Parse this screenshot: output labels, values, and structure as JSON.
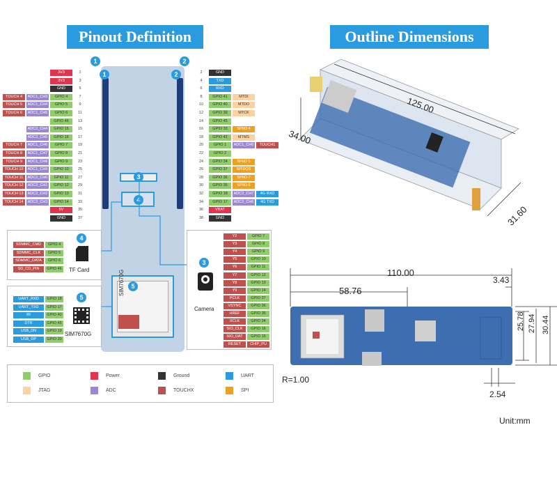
{
  "titles": {
    "left": "Pinout Definition",
    "right": "Outline Dimensions"
  },
  "colors": {
    "GPIO": "#8fcd6a",
    "Power": "#e0344f",
    "Ground": "#333333",
    "UART": "#2b9be0",
    "JTAG": "#fcd3a0",
    "ADC": "#9b86d4",
    "TOUCHX": "#c0504d",
    "SPI": "#f0a020",
    "SDMMC": "#c0504d",
    "CAM": "#c0504d",
    "RESET": "#c0504d"
  },
  "badges": [
    "1",
    "2",
    "3",
    "4",
    "5"
  ],
  "left_pins": [
    {
      "num": "1",
      "labels": [
        {
          "t": "3V3",
          "c": "Power"
        }
      ]
    },
    {
      "num": "3",
      "labels": [
        {
          "t": "3V3",
          "c": "Power"
        }
      ]
    },
    {
      "num": "5",
      "labels": [
        {
          "t": "GND",
          "c": "Ground"
        }
      ]
    },
    {
      "num": "7",
      "labels": [
        {
          "t": "TOUCH 4",
          "c": "TOUCHX"
        },
        {
          "t": "ADC1_CH3",
          "c": "ADC"
        },
        {
          "t": "GPIO 4",
          "c": "GPIO"
        }
      ]
    },
    {
      "num": "9",
      "labels": [
        {
          "t": "TOUCH 5",
          "c": "TOUCHX"
        },
        {
          "t": "ADC1_CH4",
          "c": "ADC"
        },
        {
          "t": "GPIO 5",
          "c": "GPIO"
        }
      ]
    },
    {
      "num": "11",
      "labels": [
        {
          "t": "TOUCH 6",
          "c": "TOUCHX"
        },
        {
          "t": "ADC1_CH5",
          "c": "ADC"
        },
        {
          "t": "GPIO 6",
          "c": "GPIO"
        }
      ]
    },
    {
      "num": "13",
      "labels": [
        {
          "t": "GPIO 46",
          "c": "GPIO"
        }
      ]
    },
    {
      "num": "15",
      "labels": [
        {
          "t": "ADC2_CH4",
          "c": "ADC"
        },
        {
          "t": "GPIO 15",
          "c": "GPIO"
        }
      ]
    },
    {
      "num": "17",
      "labels": [
        {
          "t": "ADC2_CH5",
          "c": "ADC"
        },
        {
          "t": "GPIO 16",
          "c": "GPIO"
        }
      ]
    },
    {
      "num": "19",
      "labels": [
        {
          "t": "TOUCH 7",
          "c": "TOUCHX"
        },
        {
          "t": "ADC1_CH6",
          "c": "ADC"
        },
        {
          "t": "GPIO 7",
          "c": "GPIO"
        }
      ]
    },
    {
      "num": "21",
      "labels": [
        {
          "t": "TOUCH 8",
          "c": "TOUCHX"
        },
        {
          "t": "ADC1_CH7",
          "c": "ADC"
        },
        {
          "t": "GPIO 8",
          "c": "GPIO"
        }
      ]
    },
    {
      "num": "23",
      "labels": [
        {
          "t": "TOUCH 9",
          "c": "TOUCHX"
        },
        {
          "t": "ADC1_CH8",
          "c": "ADC"
        },
        {
          "t": "GPIO 9",
          "c": "GPIO"
        }
      ]
    },
    {
      "num": "25",
      "labels": [
        {
          "t": "TOUCH 10",
          "c": "TOUCHX"
        },
        {
          "t": "ADC1_CH9",
          "c": "ADC"
        },
        {
          "t": "GPIO 10",
          "c": "GPIO"
        }
      ]
    },
    {
      "num": "27",
      "labels": [
        {
          "t": "TOUCH 11",
          "c": "TOUCHX"
        },
        {
          "t": "ADC2_CH0",
          "c": "ADC"
        },
        {
          "t": "GPIO 11",
          "c": "GPIO"
        }
      ]
    },
    {
      "num": "29",
      "labels": [
        {
          "t": "TOUCH 12",
          "c": "TOUCHX"
        },
        {
          "t": "ADC2_CH1",
          "c": "ADC"
        },
        {
          "t": "GPIO 12",
          "c": "GPIO"
        }
      ]
    },
    {
      "num": "31",
      "labels": [
        {
          "t": "TOUCH 13",
          "c": "TOUCHX"
        },
        {
          "t": "ADC2_CH2",
          "c": "ADC"
        },
        {
          "t": "GPIO 13",
          "c": "GPIO"
        }
      ]
    },
    {
      "num": "33",
      "labels": [
        {
          "t": "TOUCH 14",
          "c": "TOUCHX"
        },
        {
          "t": "ADC2_CH3",
          "c": "ADC"
        },
        {
          "t": "GPIO 14",
          "c": "GPIO"
        }
      ]
    },
    {
      "num": "35",
      "labels": [
        {
          "t": "5V",
          "c": "Power"
        }
      ]
    },
    {
      "num": "37",
      "labels": [
        {
          "t": "GND",
          "c": "Ground"
        }
      ]
    }
  ],
  "right_pins": [
    {
      "num": "2",
      "labels": [
        {
          "t": "GND",
          "c": "Ground"
        }
      ]
    },
    {
      "num": "4",
      "labels": [
        {
          "t": "TXD",
          "c": "UART"
        }
      ]
    },
    {
      "num": "6",
      "labels": [
        {
          "t": "RXD",
          "c": "UART"
        }
      ]
    },
    {
      "num": "8",
      "labels": [
        {
          "t": "GPIO 41",
          "c": "GPIO"
        },
        {
          "t": "MTDI",
          "c": "JTAG"
        }
      ]
    },
    {
      "num": "10",
      "labels": [
        {
          "t": "GPIO 40",
          "c": "GPIO"
        },
        {
          "t": "MTDO",
          "c": "JTAG"
        }
      ]
    },
    {
      "num": "12",
      "labels": [
        {
          "t": "GPIO 39",
          "c": "GPIO"
        },
        {
          "t": "MTCK",
          "c": "JTAG"
        }
      ]
    },
    {
      "num": "14",
      "labels": [
        {
          "t": "GPIO 45",
          "c": "GPIO"
        }
      ]
    },
    {
      "num": "16",
      "labels": [
        {
          "t": "GPIO 33",
          "c": "GPIO"
        },
        {
          "t": "SPIIO 4",
          "c": "SPI"
        }
      ]
    },
    {
      "num": "18",
      "labels": [
        {
          "t": "GPIO 42",
          "c": "GPIO"
        },
        {
          "t": "MTMS",
          "c": "JTAG"
        }
      ]
    },
    {
      "num": "20",
      "labels": [
        {
          "t": "GPIO 1",
          "c": "GPIO"
        },
        {
          "t": "ADC1_CH0",
          "c": "ADC"
        },
        {
          "t": "TOUCH1",
          "c": "TOUCHX"
        }
      ]
    },
    {
      "num": "22",
      "labels": [
        {
          "t": "GPIO 2",
          "c": "GPIO"
        }
      ]
    },
    {
      "num": "24",
      "labels": [
        {
          "t": "GPIO 34",
          "c": "GPIO"
        },
        {
          "t": "SPIIO 5",
          "c": "SPI"
        }
      ]
    },
    {
      "num": "26",
      "labels": [
        {
          "t": "GPIO 37",
          "c": "GPIO"
        },
        {
          "t": "SPIDQS",
          "c": "SPI"
        }
      ]
    },
    {
      "num": "28",
      "labels": [
        {
          "t": "GPIO 36",
          "c": "GPIO"
        },
        {
          "t": "SPIIO 7",
          "c": "SPI"
        }
      ]
    },
    {
      "num": "30",
      "labels": [
        {
          "t": "GPIO 35",
          "c": "GPIO"
        },
        {
          "t": "SPIIO 6",
          "c": "SPI"
        }
      ]
    },
    {
      "num": "32",
      "labels": [
        {
          "t": "GPIO 18",
          "c": "GPIO"
        },
        {
          "t": "ADC2_CH7",
          "c": "ADC"
        },
        {
          "t": "4G RXD",
          "c": "UART"
        }
      ]
    },
    {
      "num": "34",
      "labels": [
        {
          "t": "GPIO 17",
          "c": "GPIO"
        },
        {
          "t": "ADC2_CH6",
          "c": "ADC"
        },
        {
          "t": "4G TXD",
          "c": "UART"
        }
      ]
    },
    {
      "num": "36",
      "labels": [
        {
          "t": "VBAT",
          "c": "Power"
        }
      ]
    },
    {
      "num": "38",
      "labels": [
        {
          "t": "GND",
          "c": "Ground"
        }
      ]
    }
  ],
  "tf_card": {
    "label": "TF Card",
    "pins": [
      {
        "a": "SDMMC_CMD",
        "b": "GPIO 4"
      },
      {
        "a": "SDMMC_CLK",
        "b": "GPIO 5"
      },
      {
        "a": "SDMMC_DATA",
        "b": "GPIO 6"
      },
      {
        "a": "SD_CD_PIN",
        "b": "GPIO 46"
      }
    ]
  },
  "sim_module": {
    "label": "SIM7670G",
    "pins": [
      {
        "a": "UART_RXD",
        "b": "GPIO 18"
      },
      {
        "a": "UART_TXD",
        "b": "GPIO 17"
      },
      {
        "a": "RI",
        "b": "GPIO 40"
      },
      {
        "a": "DTR",
        "b": "GPIO 45"
      },
      {
        "a": "USB_DN",
        "b": "GPIO 19"
      },
      {
        "a": "USB_DP",
        "b": "GPIO 20"
      }
    ]
  },
  "camera": {
    "label": "Camera",
    "pins": [
      {
        "a": "Y2",
        "b": "GPIO 7"
      },
      {
        "a": "Y3",
        "b": "GPIO 8"
      },
      {
        "a": "Y4",
        "b": "GPIO 9"
      },
      {
        "a": "Y5",
        "b": "GPIO 10"
      },
      {
        "a": "Y6",
        "b": "GPIO 11"
      },
      {
        "a": "Y7",
        "b": "GPIO 12"
      },
      {
        "a": "Y8",
        "b": "GPIO 13"
      },
      {
        "a": "Y9",
        "b": "GPIO 14"
      },
      {
        "a": "PCLK",
        "b": "GPIO 37"
      },
      {
        "a": "VSYNC",
        "b": "GPIO 36"
      },
      {
        "a": "HREF",
        "b": "GPIO 35"
      },
      {
        "a": "XCLK",
        "b": "GPIO 34"
      },
      {
        "a": "SIO_CLK",
        "b": "GPIO 16"
      },
      {
        "a": "SIO_DAT",
        "b": "GPIO 15"
      },
      {
        "a": "RESET",
        "b": "CHIP_PU"
      }
    ]
  },
  "module_text": "SIM7670G",
  "legend": [
    {
      "label": "GPIO",
      "key": "GPIO"
    },
    {
      "label": "Power",
      "key": "Power"
    },
    {
      "label": "Ground",
      "key": "Ground"
    },
    {
      "label": "UART",
      "key": "UART"
    },
    {
      "label": "JTAG",
      "key": "JTAG"
    },
    {
      "label": "ADC",
      "key": "ADC"
    },
    {
      "label": "TOUCHX",
      "key": "TOUCHX"
    },
    {
      "label": "SPI",
      "key": "SPI"
    }
  ],
  "dimensions": {
    "iso": {
      "length": "125.00",
      "height": "34.00",
      "depth": "31.60"
    },
    "top": {
      "w110": "110.00",
      "w5876": "58.76",
      "w343": "3.43",
      "h2578": "25.78",
      "h2794": "27.94",
      "h3044": "30.44",
      "radius": "R=1.00",
      "pitch": "2.54"
    },
    "unit": "Unit:mm"
  }
}
